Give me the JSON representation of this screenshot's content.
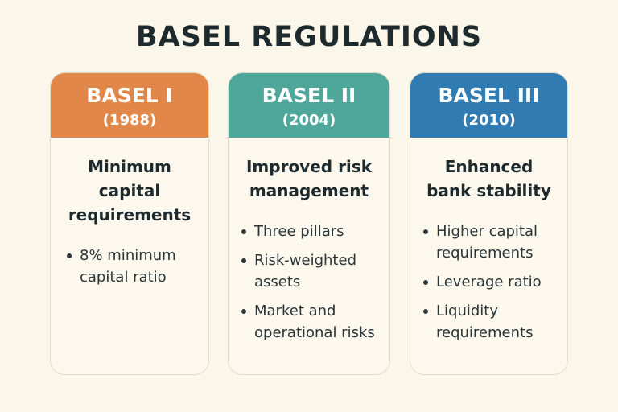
{
  "title": "BASEL REGULATIONS",
  "colors": {
    "background": "#fbf6ea",
    "basel_1": "#e2874a",
    "basel_2": "#4fa79b",
    "basel_3": "#2f7bb2"
  },
  "cards": [
    {
      "name": "BASEL I",
      "year": "(1988)",
      "heading": "Minimum capital requirements",
      "bullets": [
        "8% minimum capital ratio"
      ]
    },
    {
      "name": "BASEL II",
      "year": "(2004)",
      "heading": "Improved risk management",
      "bullets": [
        "Three pillars",
        "Risk-weighted assets",
        "Market and operational risks"
      ]
    },
    {
      "name": "BASEL III",
      "year": "(2010)",
      "heading": "Enhanced bank stability",
      "bullets": [
        "Higher capital requirements",
        "Leverage ratio",
        "Liquidity requirements"
      ]
    }
  ]
}
